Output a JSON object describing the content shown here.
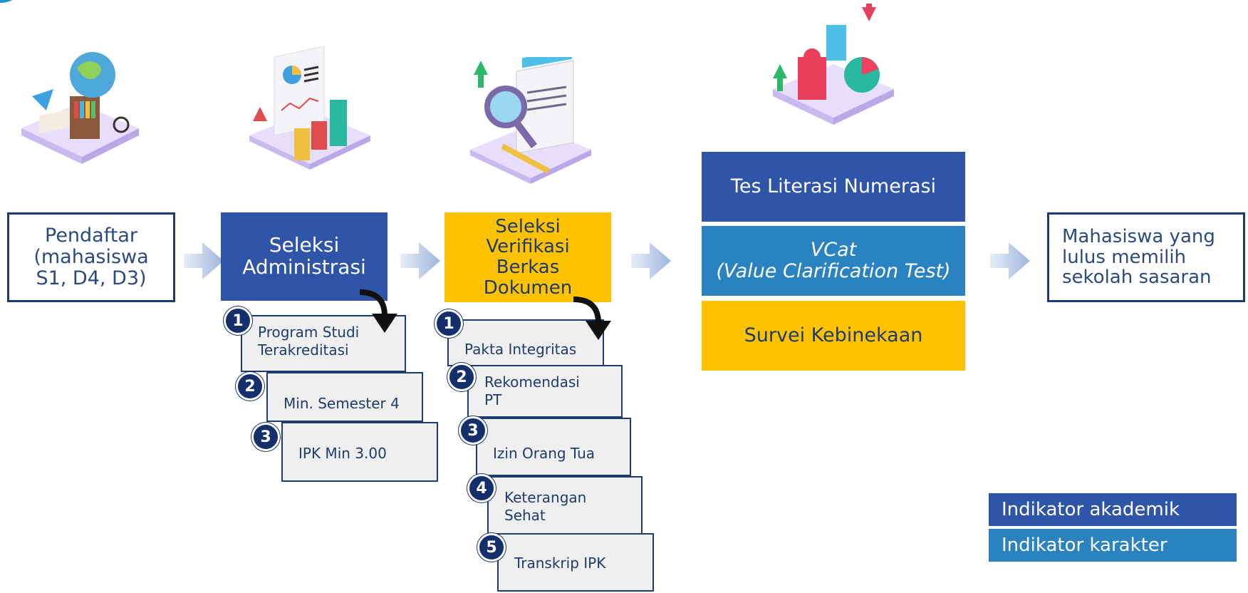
{
  "flow": {
    "registrant": "Pendaftar\n(mahasiswa\nS1, D4, D3)",
    "admin_selection": "Seleksi\nAdministrasi",
    "doc_selection": "Seleksi\nVerifikasi\nBerkas\nDokumen",
    "tests": {
      "literacy": "Tes Literasi Numerasi",
      "vcat_title": "VCat",
      "vcat_sub": "(Value Clarification Test)",
      "survey": "Survei Kebinekaan"
    },
    "result": "Mahasiswa yang\nlulus memilih\nsekolah sasaran"
  },
  "admin_requirements": [
    {
      "num": "1",
      "text": "Program Studi\nTerakreditasi"
    },
    {
      "num": "2",
      "text": "Min. Semester 4"
    },
    {
      "num": "3",
      "text": "IPK Min 3.00"
    }
  ],
  "doc_requirements": [
    {
      "num": "1",
      "text": "Pakta Integritas"
    },
    {
      "num": "2",
      "text": "Rekomendasi\nPT"
    },
    {
      "num": "3",
      "text": "Izin Orang Tua"
    },
    {
      "num": "4",
      "text": "Keterangan\nSehat"
    },
    {
      "num": "5",
      "text": "Transkrip IPK"
    }
  ],
  "legend": {
    "academic": "Indikator akademik",
    "character": "Indikator karakter"
  },
  "colors": {
    "academic": "#2f55a8",
    "character": "#2a82c0",
    "yellow": "#ffc200",
    "navy": "#1e3a6e"
  },
  "icons": [
    "globe-books-illustration",
    "report-chart-illustration",
    "document-magnifier-illustration",
    "puzzle-chart-illustration"
  ]
}
